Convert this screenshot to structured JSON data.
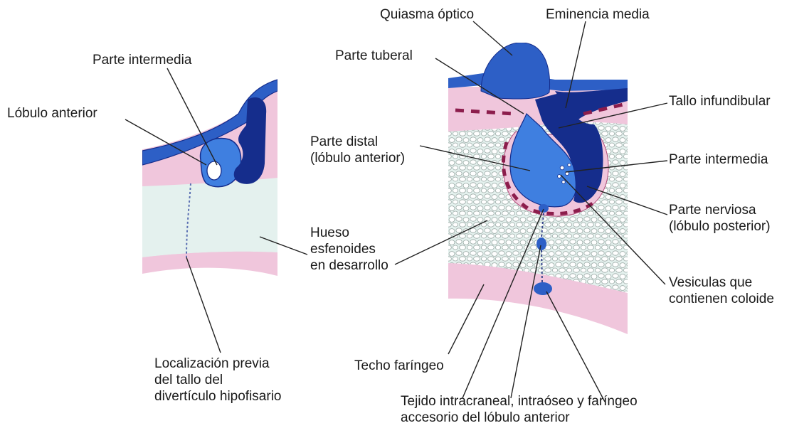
{
  "colors": {
    "pink": "#f0c6dc",
    "pale_green": "#e4f1ee",
    "dark_blue": "#152d8c",
    "mid_blue": "#2d5fc6",
    "light_blue": "#3f7fe0",
    "leader": "#222222"
  },
  "labels": {
    "parte_intermedia_left": [
      "Parte intermedia"
    ],
    "lobulo_anterior": [
      "Lóbulo anterior"
    ],
    "hueso": [
      "Hueso",
      "esfenoides",
      "en desarrollo"
    ],
    "localizacion": [
      "Localización previa",
      "del tallo del",
      "divertículo hipofisario"
    ],
    "quiasma": [
      "Quiasma óptico"
    ],
    "eminencia": [
      "Eminencia media"
    ],
    "parte_tuberal": [
      "Parte tuberal"
    ],
    "tallo": [
      "Tallo infundibular"
    ],
    "parte_distal": [
      "Parte distal",
      "(lóbulo anterior)"
    ],
    "parte_intermedia_right": [
      "Parte intermedia"
    ],
    "parte_nerviosa": [
      "Parte nerviosa",
      "(lóbulo posterior)"
    ],
    "vesiculas": [
      "Vesiculas que",
      "contienen coloide"
    ],
    "techo": [
      "Techo faríngeo"
    ],
    "tejido": [
      "Tejido intracraneal, intraóseo y faríngeo",
      "accesorio del lóbulo anterior"
    ]
  }
}
